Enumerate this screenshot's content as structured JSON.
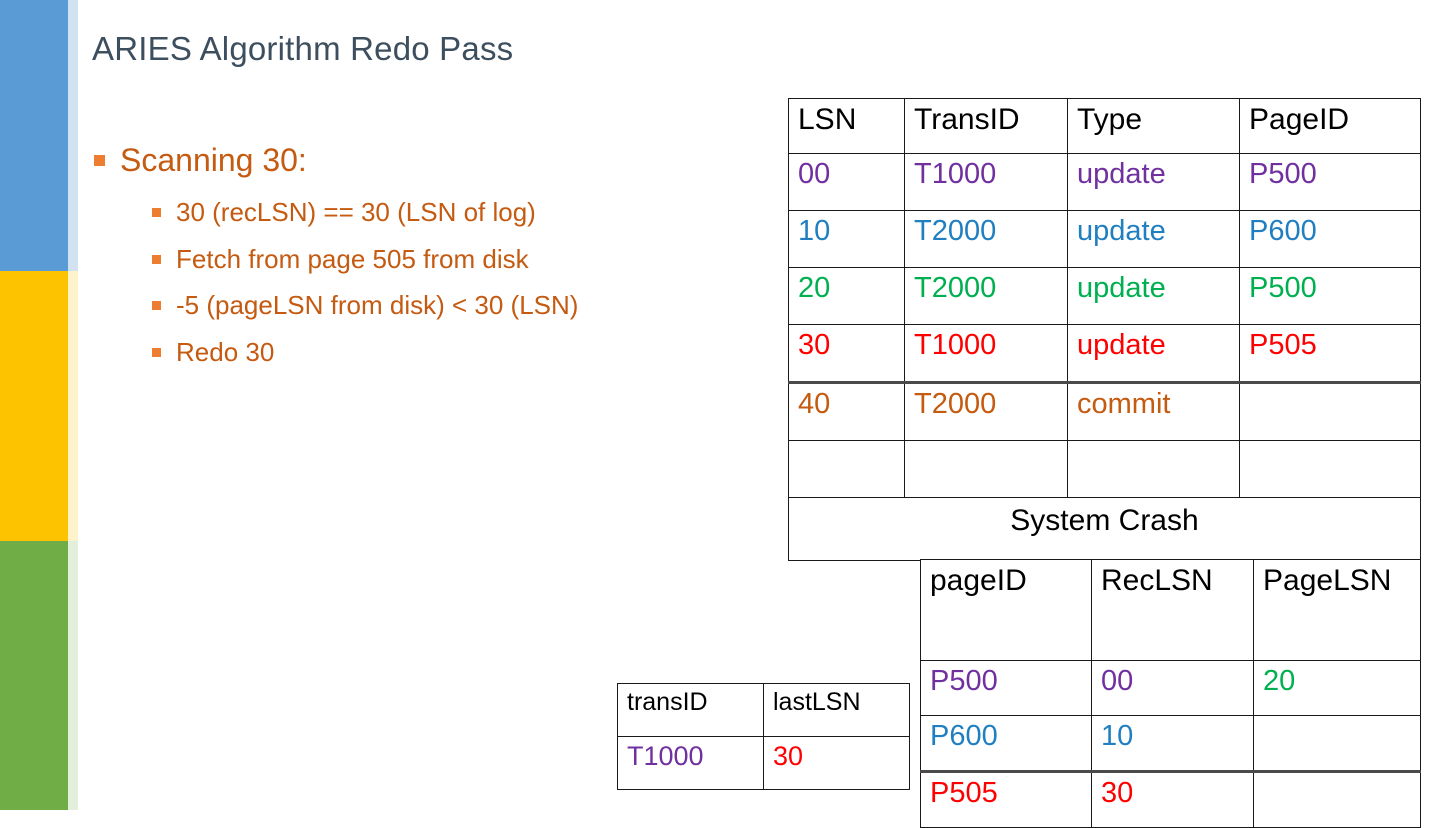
{
  "slide": {
    "title": "ARIES Algorithm Redo Pass"
  },
  "colors": {
    "band_blue": "#5B9BD5",
    "band_amber": "#FDC300",
    "band_green": "#70AD47",
    "title": "#3D4F5E",
    "bullet_text": "#C55A11",
    "bullet_marker": "#ED7D31",
    "purple": "#7030A0",
    "blue": "#1F7FC0",
    "green": "#00B050",
    "red": "#FF0000",
    "orange": "#C55A11",
    "black": "#000000"
  },
  "sidebar": {
    "bands": [
      {
        "name": "blue-band"
      },
      {
        "name": "amber-band"
      },
      {
        "name": "green-band"
      }
    ]
  },
  "bullets": {
    "level1": "Scanning 30:",
    "level2": [
      "30 (recLSN) == 30 (LSN of log)",
      "Fetch from page 505 from disk",
      "-5 (pageLSN from disk) < 30 (LSN)",
      "Redo 30"
    ]
  },
  "log_table": {
    "headers": [
      "LSN",
      "TransID",
      "Type",
      "PageID"
    ],
    "rows": [
      {
        "cells": [
          "00",
          "T1000",
          "update",
          "P500"
        ],
        "color": "#7030A0",
        "highlight": false
      },
      {
        "cells": [
          "10",
          "T2000",
          "update",
          "P600"
        ],
        "color": "#1F7FC0",
        "highlight": false
      },
      {
        "cells": [
          "20",
          "T2000",
          "update",
          "P500"
        ],
        "color": "#00B050",
        "highlight": false
      },
      {
        "cells": [
          "30",
          "T1000",
          "update",
          "P505"
        ],
        "color": "#FF0000",
        "highlight": true
      },
      {
        "cells": [
          "40",
          "T2000",
          "commit",
          ""
        ],
        "color": "#C55A11",
        "highlight": false
      },
      {
        "cells": [
          "",
          "",
          "",
          ""
        ],
        "color": "#000000",
        "highlight": false
      }
    ],
    "footer_label": "System Crash"
  },
  "page_table": {
    "headers": [
      "pageID",
      "RecLSN",
      "PageLSN"
    ],
    "rows": [
      {
        "cells": [
          "P500",
          "00",
          "20"
        ],
        "color": "#7030A0",
        "third_color": "#00B050",
        "highlight": false
      },
      {
        "cells": [
          "P600",
          "10",
          ""
        ],
        "color": "#1F7FC0",
        "third_color": "#1F7FC0",
        "highlight": true
      },
      {
        "cells": [
          "P505",
          "30",
          ""
        ],
        "color": "#FF0000",
        "third_color": "#FF0000",
        "highlight": false
      }
    ]
  },
  "trans_table": {
    "headers": [
      "transID",
      "lastLSN"
    ],
    "rows": [
      {
        "cells": [
          "T1000",
          "30"
        ],
        "color1": "#7030A0",
        "color2": "#FF0000"
      }
    ]
  }
}
